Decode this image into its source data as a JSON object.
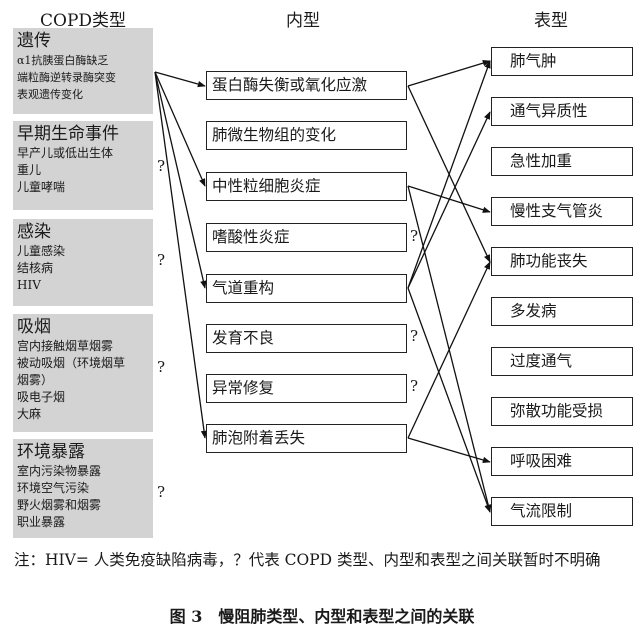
{
  "headers": {
    "types": "COPD类型",
    "endotypes": "内型",
    "phenotypes": "表型"
  },
  "copd_types": [
    {
      "title": "遗传",
      "items": [
        "α1抗胰蛋白酶缺乏",
        "端粒酶逆转录酶突变",
        "表观遗传变化"
      ]
    },
    {
      "title": "早期生命事件",
      "items": [
        "早产儿或低出生体",
        "重儿",
        "儿童哮喘"
      ]
    },
    {
      "title": "感染",
      "items": [
        "儿童感染",
        "结核病",
        "HIV"
      ]
    },
    {
      "title": "吸烟",
      "items": [
        "宫内接触烟草烟雾",
        "被动吸烟（环境烟草",
        "烟雾）",
        "吸电子烟",
        "大麻"
      ]
    },
    {
      "title": "环境暴露",
      "items": [
        "室内污染物暴露",
        "环境空气污染",
        "野火烟雾和烟雾",
        "职业暴露"
      ]
    }
  ],
  "endotypes": [
    "蛋白酶失衡或氧化应激",
    "肺微生物组的变化",
    "中性粒细胞炎症",
    "嗜酸性炎症",
    "气道重构",
    "发育不良",
    "异常修复",
    "肺泡附着丢失"
  ],
  "phenotypes": [
    "肺气肿",
    "通气异质性",
    "急性加重",
    "慢性支气管炎",
    "肺功能丧失",
    "多发病",
    "过度通气",
    "弥散功能受损",
    "呼吸困难",
    "气流限制"
  ],
  "unknown_mark": "?",
  "note": "注：HIV= 人类免疫缺陷病毒，？代表 COPD 类型、内型和表型之间关联暂时不明确",
  "caption": "图 3　慢阻肺类型、内型和表型之间的关联"
}
